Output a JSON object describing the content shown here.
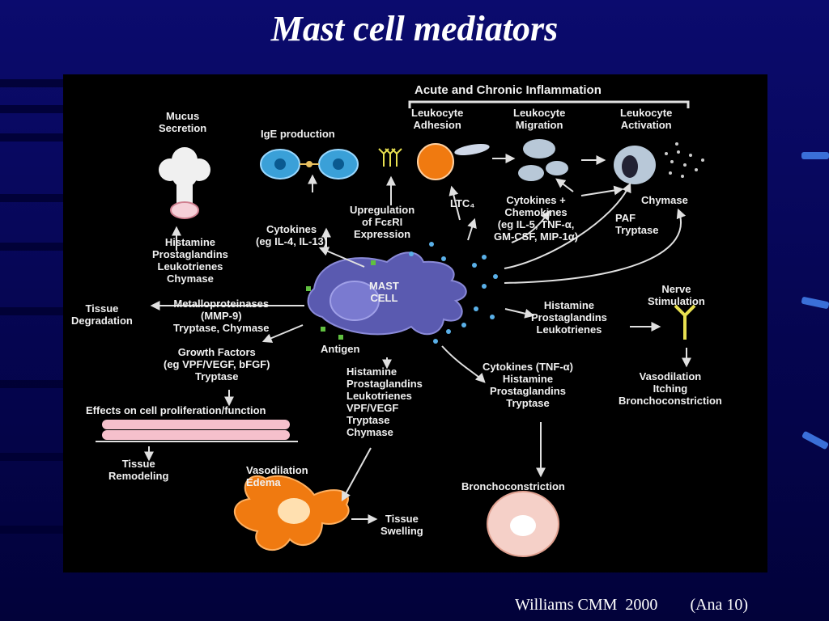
{
  "slide": {
    "title": "Mast cell mediators",
    "citation": "Williams CMM  2000",
    "citation_ref": "(Ana 10)"
  },
  "diagram": {
    "header": "Acute and Chronic Inflammation",
    "center": "MAST\nCELL",
    "antigen": "Antigen",
    "leukocyte_adhesion": "Leukocyte\nAdhesion",
    "leukocyte_migration": "Leukocyte\nMigration",
    "leukocyte_activation": "Leukocyte\nActivation",
    "mucus": "Mucus\nSecretion",
    "ige": "IgE production",
    "cytokines_il": "Cytokines\n(eg IL-4, IL-13)",
    "upregulation": "Upregulation\nof FcεRI\nExpression",
    "ltc4": "LTC₄",
    "cytokines_chemokines": "Cytokines +\nChemokines\n(eg IL-5, TNF-α,\nGM-CSF, MIP-1α)",
    "chymase_top": "Chymase",
    "paf": "PAF\nTryptase",
    "histamine_left": "Histamine\nProstaglandins\nLeukotrienes\nChymase",
    "tissue_degradation": "Tissue\nDegradation",
    "metallo": "Metalloproteinases\n(MMP-9)\nTryptase, Chymase",
    "growth_factors": "Growth Factors\n(eg VPF/VEGF, bFGF)\nTryptase",
    "effects": "Effects on cell proliferation/function",
    "tissue_remodeling": "Tissue\nRemodeling",
    "histamine_center": "Histamine\nProstaglandins\nLeukotrienes\nVPF/VEGF\nTryptase\nChymase",
    "vasodilation_edema": "Vasodilation\nEdema",
    "tissue_swelling": "Tissue\nSwelling",
    "histamine_right": "Histamine\nProstaglandins\nLeukotrienes",
    "nerve": "Nerve\nStimulation",
    "vasodilation_itching": "Vasodilation\nItching\nBronchoconstriction",
    "cytokines_tnf": "Cytokines (TNF-α)\nHistamine\nProstaglandins\nTryptase",
    "bronchoconstriction": "Bronchoconstriction"
  },
  "colors": {
    "background": "#06065a",
    "panel": "#000000",
    "text": "#f0f0f0",
    "mast_cell": "#5a5ab0",
    "orange_cell": "#f07a10",
    "ige_cell": "#3aa0d8",
    "accent_dash": "#3a6fd8"
  }
}
